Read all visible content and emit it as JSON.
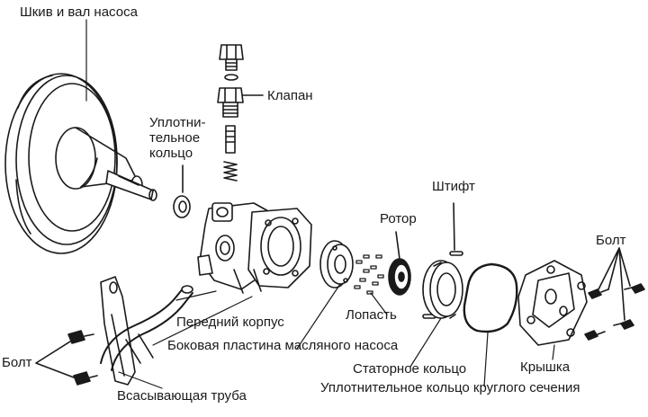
{
  "labels": {
    "pulley_shaft": "Шкив и вал насоса",
    "valve": "Клапан",
    "seal_ring_1": "Уплотни-",
    "seal_ring_2": "тельное",
    "seal_ring_3": "кольцо",
    "pin": "Штифт",
    "rotor": "Ротор",
    "bolt_right": "Болт",
    "vane": "Лопасть",
    "front_housing": "Передний корпус",
    "side_plate": "Боковая пластина масляного насоса",
    "stator_ring": "Статорное кольцо",
    "cover": "Крышка",
    "bolt_left": "Болт",
    "suction_pipe": "Всасывающая труба",
    "o_ring": "Уплотнительное кольцо круглого сечения"
  },
  "colors": {
    "ink": "#1a1a1a",
    "background": "#ffffff"
  }
}
